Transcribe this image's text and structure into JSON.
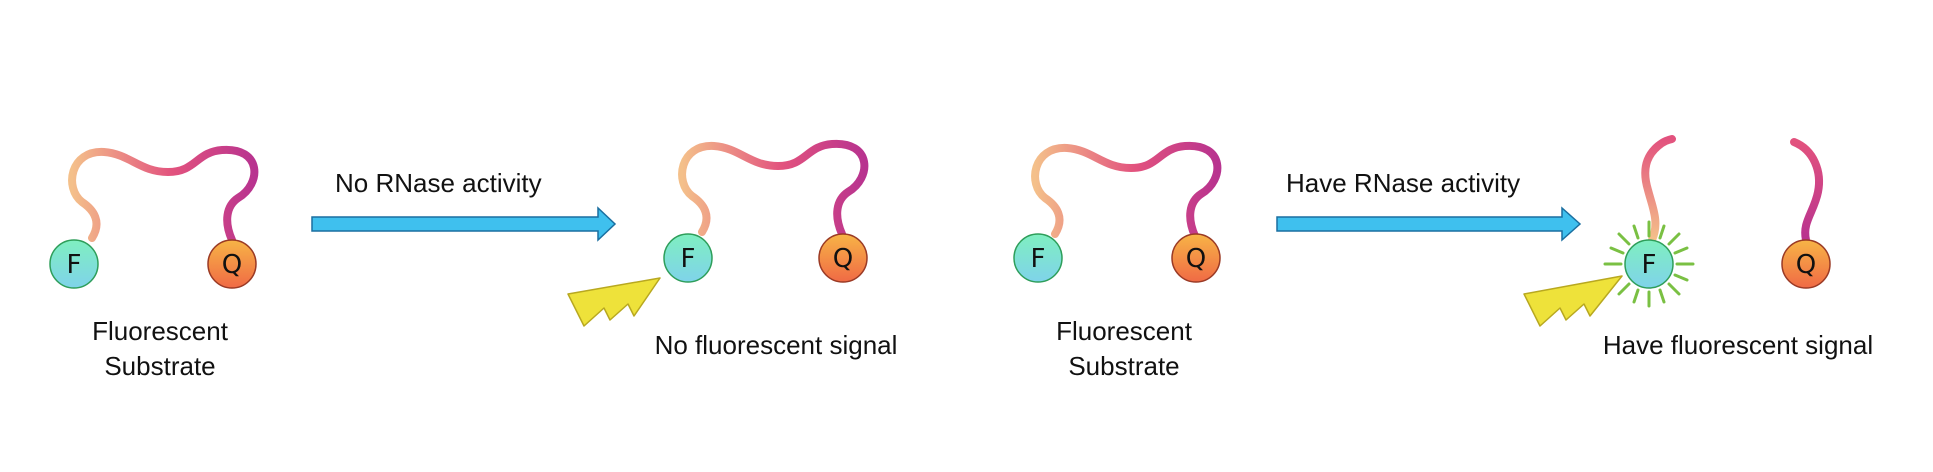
{
  "colors": {
    "fluorophore_top": "#7fefc0",
    "fluorophore_bottom": "#7fd3ea",
    "fluorophore_stroke": "#2e9e5a",
    "quencher_top": "#f7b446",
    "quencher_bottom": "#f06a45",
    "quencher_stroke": "#9a3a25",
    "strand_start": "#f4c08a",
    "strand_mid": "#e2527e",
    "strand_end": "#b8338f",
    "arrow_fill": "#3fc0ee",
    "arrow_stroke": "#1a6fa0",
    "bolt_fill": "#eee23a",
    "bolt_stroke": "#b8a820",
    "glow_ray": "#7ac043"
  },
  "nodes": {
    "fluorophore": "F",
    "quencher": "Q"
  },
  "panels": {
    "substrate_1": {
      "label_line1": "Fluorescent",
      "label_line2": "Substrate"
    },
    "arrow_1": {
      "label": "No RNase activity"
    },
    "result_1": {
      "label": "No fluorescent signal"
    },
    "substrate_2": {
      "label_line1": "Fluorescent",
      "label_line2": "Substrate"
    },
    "arrow_2": {
      "label": "Have RNase activity"
    },
    "result_2": {
      "label": "Have fluorescent signal"
    }
  }
}
